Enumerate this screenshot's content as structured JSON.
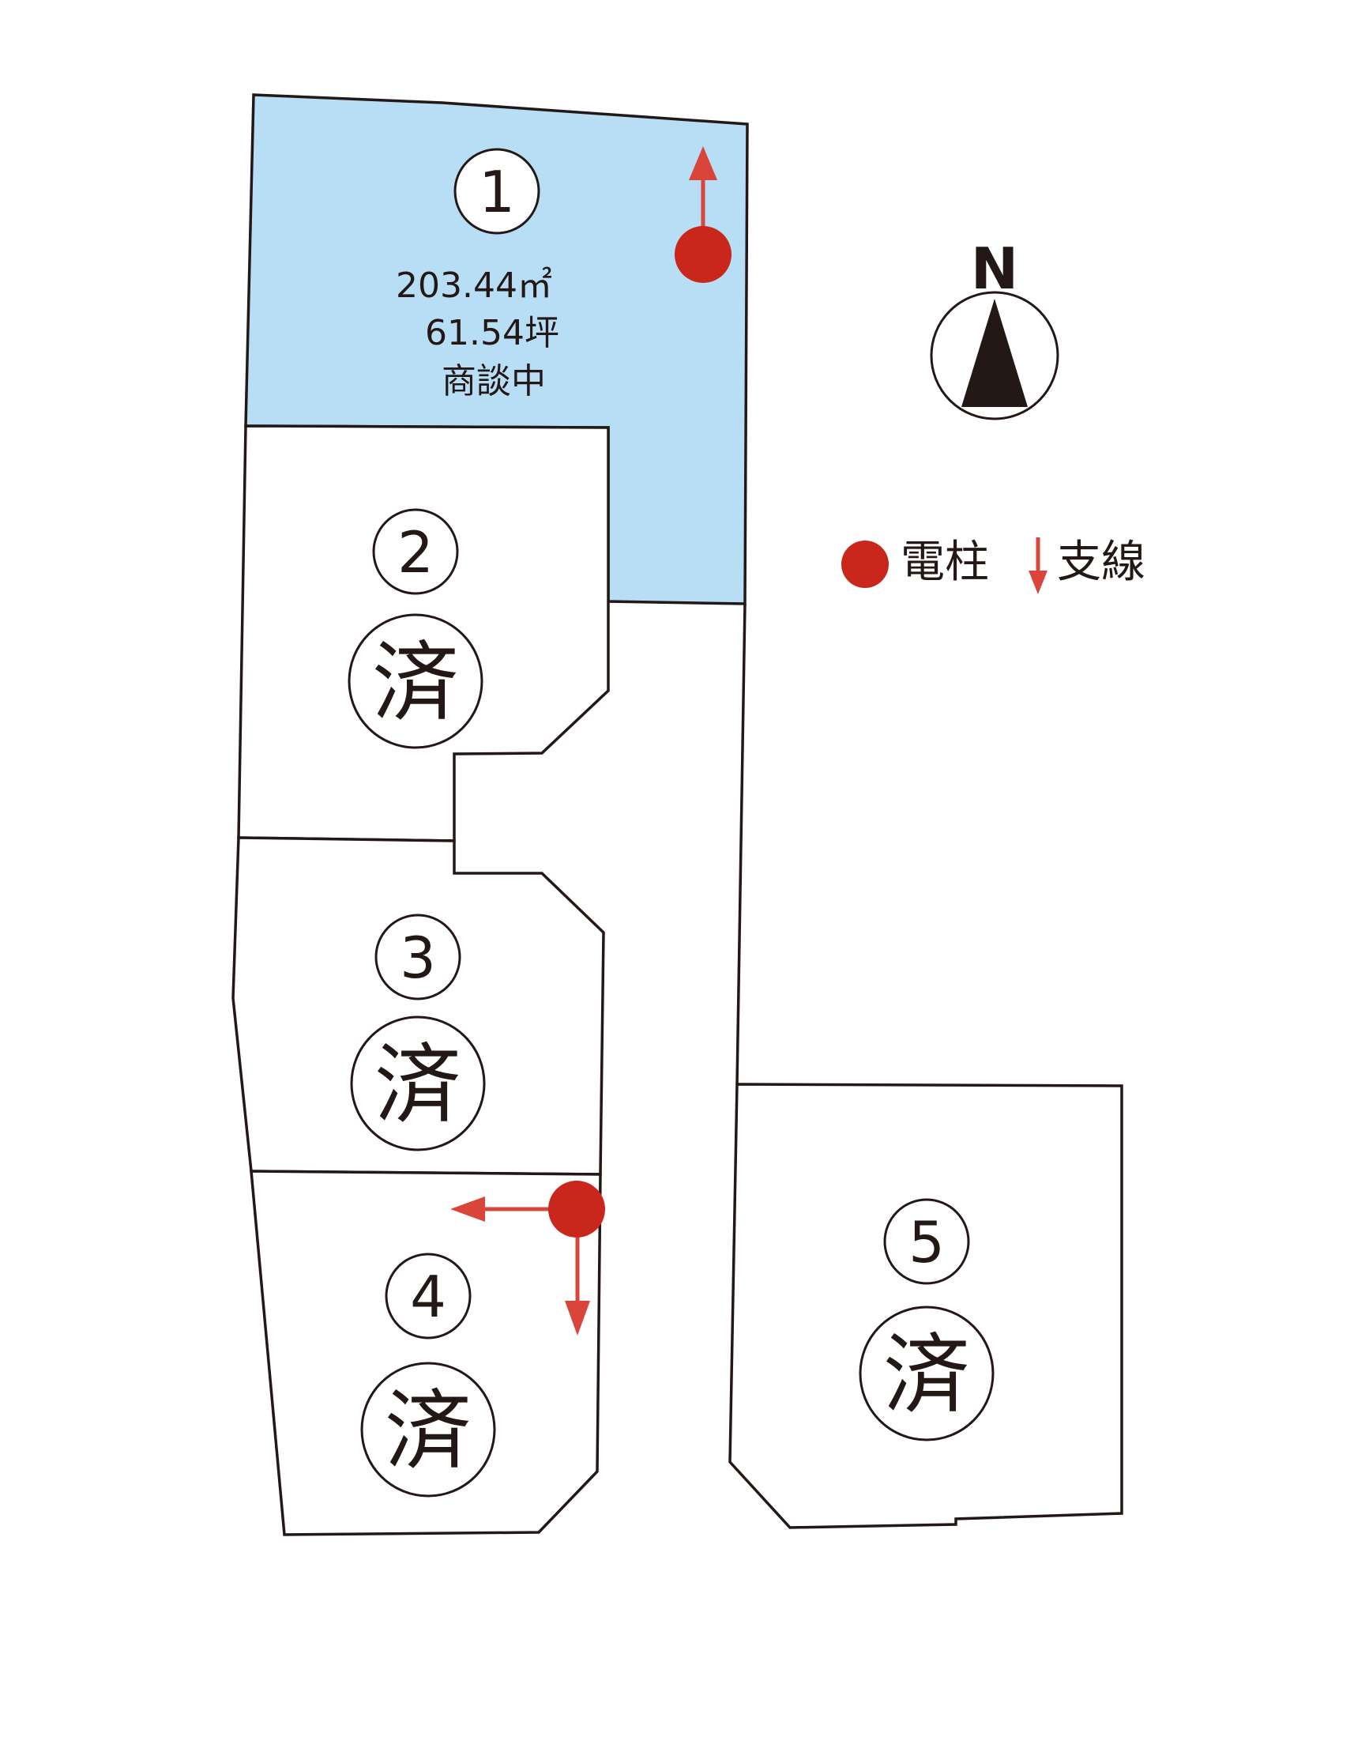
{
  "lots": [
    {
      "number": "1",
      "area_m2": "203.44",
      "area_unit": "㎡",
      "area_tsubo": "61.54坪",
      "status": "商談中",
      "fill": "#b7def5"
    },
    {
      "number": "2",
      "status": "済",
      "fill": "#ffffff"
    },
    {
      "number": "3",
      "status": "済",
      "fill": "#ffffff"
    },
    {
      "number": "4",
      "status": "済",
      "fill": "#ffffff"
    },
    {
      "number": "5",
      "status": "済",
      "fill": "#ffffff"
    }
  ],
  "compass": {
    "label": "N"
  },
  "legend": {
    "pole_label": "電柱",
    "stay_label": "支線",
    "pole_color": "#c9261c",
    "stay_color": "#d9453b"
  }
}
